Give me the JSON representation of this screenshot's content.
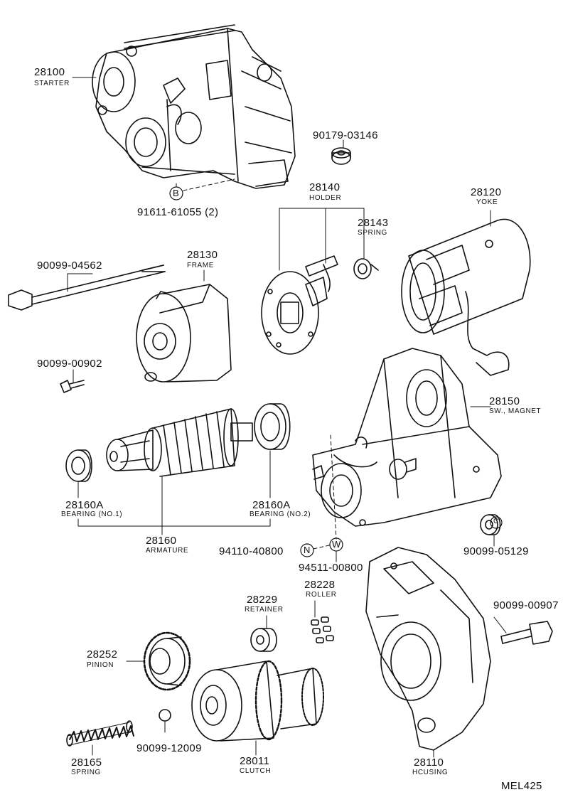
{
  "parts": [
    {
      "id": "starter",
      "number": "28100",
      "name": "STARTER"
    },
    {
      "id": "nut-03146",
      "number": "90179-03146",
      "name": ""
    },
    {
      "id": "bolt-61055",
      "number": "91611-61055 (2)",
      "name": "",
      "marker": "B"
    },
    {
      "id": "holder",
      "number": "28140",
      "name": "HOLDER"
    },
    {
      "id": "yoke",
      "number": "28120",
      "name": "YOKE"
    },
    {
      "id": "spring-28143",
      "number": "28143",
      "name": "SPRING"
    },
    {
      "id": "bolt-04562",
      "number": "90099-04562",
      "name": ""
    },
    {
      "id": "frame",
      "number": "28130",
      "name": "FRAME"
    },
    {
      "id": "screw-00902",
      "number": "90099-00902",
      "name": ""
    },
    {
      "id": "magnet-switch",
      "number": "28150",
      "name": "SW., MAGNET"
    },
    {
      "id": "bearing-no1",
      "number": "28160A",
      "name": "BEARING (NO.1)"
    },
    {
      "id": "bearing-no2",
      "number": "28160A",
      "name": "BEARING (NO.2)"
    },
    {
      "id": "armature",
      "number": "28160",
      "name": "ARMATURE"
    },
    {
      "id": "nut-40800",
      "number": "94110-40800",
      "name": "",
      "marker": "N"
    },
    {
      "id": "washer-00800",
      "number": "94511-00800",
      "name": "",
      "marker": "W"
    },
    {
      "id": "nut-05129",
      "number": "90099-05129",
      "name": "",
      "marker": "C"
    },
    {
      "id": "roller",
      "number": "28228",
      "name": "ROLLER"
    },
    {
      "id": "retainer",
      "number": "28229",
      "name": "RETAINER"
    },
    {
      "id": "bolt-00907",
      "number": "90099-00907",
      "name": ""
    },
    {
      "id": "pinion",
      "number": "28252",
      "name": "PINION"
    },
    {
      "id": "ball-12009",
      "number": "90099-12009",
      "name": ""
    },
    {
      "id": "spring-28165",
      "number": "28165",
      "name": "SPRING"
    },
    {
      "id": "clutch",
      "number": "28011",
      "name": "CLUTCH"
    },
    {
      "id": "housing",
      "number": "28110",
      "name": "HCUSING"
    }
  ],
  "diagram_code": "MEL425"
}
